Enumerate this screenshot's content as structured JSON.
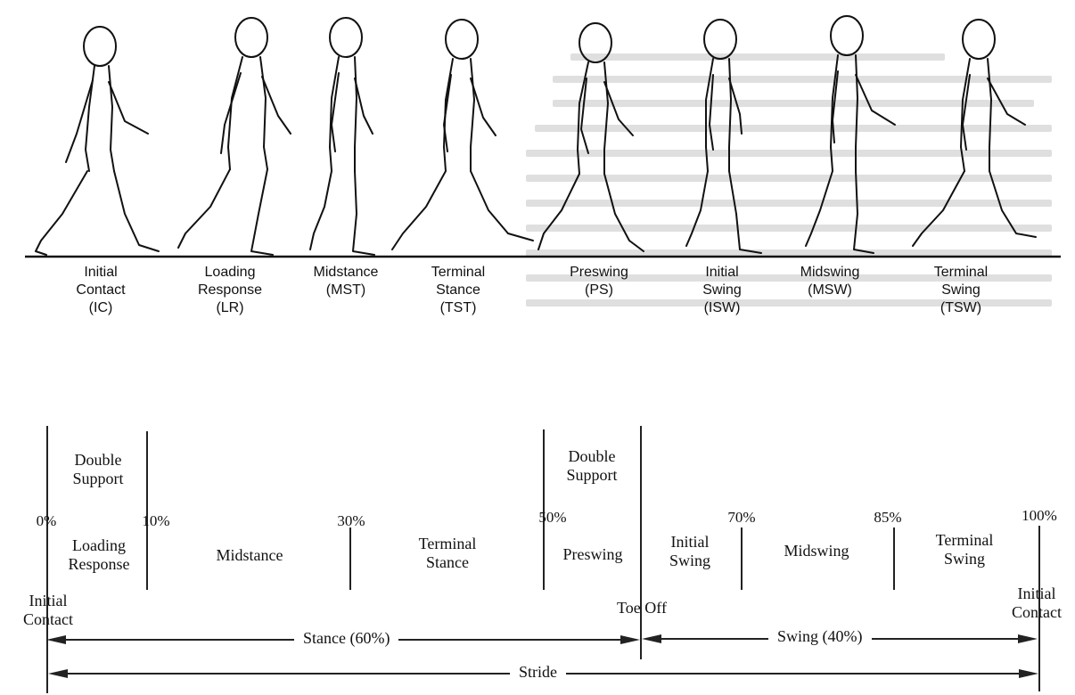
{
  "figure_labels": [
    {
      "label": "Initial\nContact\n(IC)"
    },
    {
      "label": "Loading\nResponse\n(LR)"
    },
    {
      "label": "Midstance\n(MST)"
    },
    {
      "label": "Terminal\nStance\n(TST)"
    },
    {
      "label": "Preswing\n(PS)"
    },
    {
      "label": "Initial\nSwing\n(ISW)"
    },
    {
      "label": "Midswing\n(MSW)"
    },
    {
      "label": "Terminal\nSwing\n(TSW)"
    }
  ],
  "timeline": {
    "percentages": [
      "0%",
      "10%",
      "30%",
      "50%",
      "70%",
      "85%",
      "100%"
    ],
    "double_support_1": "Double\nSupport",
    "double_support_2": "Double\nSupport",
    "phases": {
      "loading_response": "Loading\nResponse",
      "midstance": "Midstance",
      "terminal_stance": "Terminal\nStance",
      "preswing": "Preswing",
      "initial_swing": "Initial\nSwing",
      "midswing": "Midswing",
      "terminal_swing": "Terminal\nSwing"
    },
    "events": {
      "initial_contact_left": "Initial\nContact",
      "toe_off": "Toe Off",
      "initial_contact_right": "Initial\nContact"
    },
    "arrows": {
      "stance": "Stance (60%)",
      "swing": "Swing (40%)",
      "stride": "Stride"
    }
  }
}
